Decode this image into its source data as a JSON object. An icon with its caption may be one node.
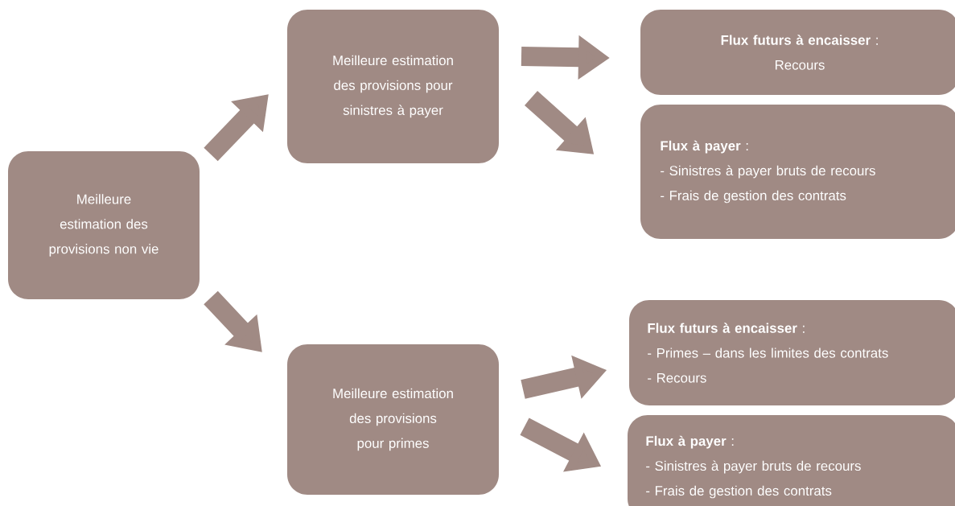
{
  "diagram": {
    "nodes": [
      {
        "text": [
          "Meilleure estimation des provisions non vie"
        ]
      },
      {
        "text": [
          "Meilleure estimation des provisions pour sinistres à payer"
        ]
      },
      {
        "text": [
          "Meilleure estimation des provisions pour primes"
        ]
      },
      {
        "text": [
          "**Flux futurs à encaisser** :",
          "Recours"
        ]
      },
      {
        "text": [
          "**Flux à payer** :",
          "- Sinistres à payer bruts de recours",
          "- Frais de gestion des contrats"
        ]
      },
      {
        "text": [
          "**Flux futurs à encaisser** :",
          "- Primes – dans les limites des contrats",
          "- Recours"
        ]
      },
      {
        "text": [
          "**Flux à payer** :",
          "- Sinistres à payer bruts de recours",
          "- Frais de gestion des contrats"
        ]
      }
    ],
    "edges": [
      {
        "from": 0,
        "to": 1,
        "arrow": "to"
      },
      {
        "from": 0,
        "to": 2,
        "arrow": "to"
      },
      {
        "from": 1,
        "to": 3,
        "arrow": "to"
      },
      {
        "from": 1,
        "to": 4,
        "arrow": "to"
      },
      {
        "from": 2,
        "to": 5,
        "arrow": "to"
      },
      {
        "from": 2,
        "to": 6,
        "arrow": "to"
      }
    ]
  }
}
